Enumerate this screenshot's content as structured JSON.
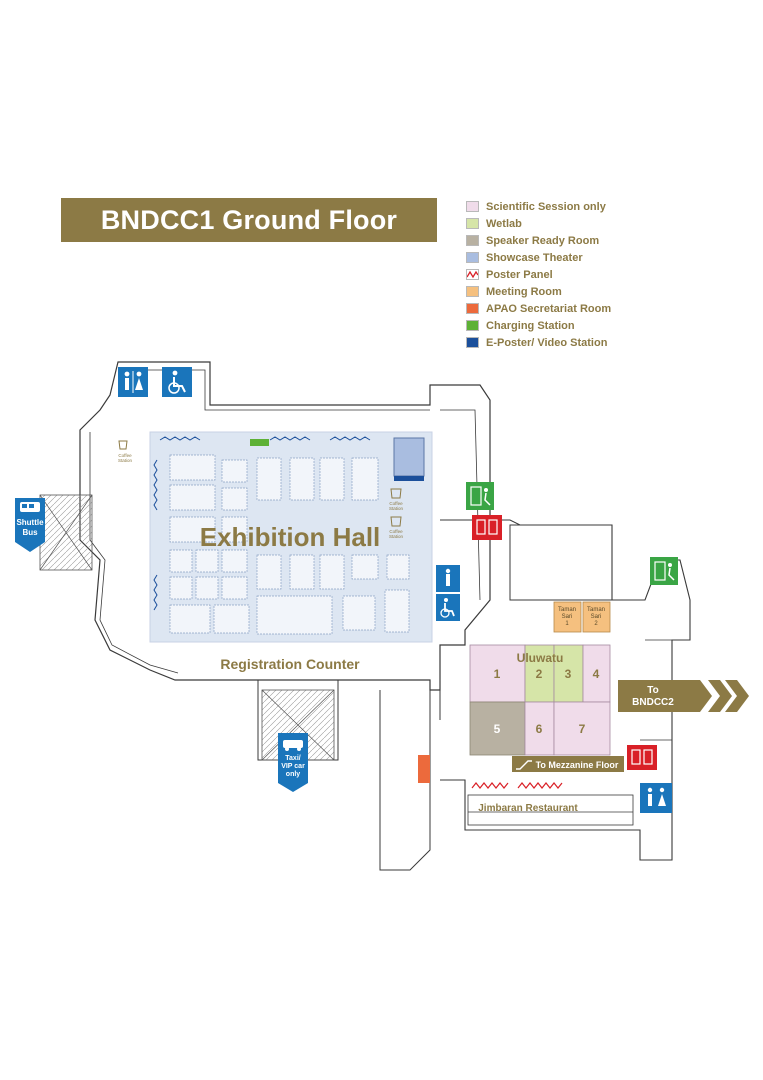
{
  "title": "BNDCC1 Ground Floor",
  "legend": [
    {
      "label": "Scientific Session only",
      "color": "#f0dcea"
    },
    {
      "label": "Wetlab",
      "color": "#d6e5a8"
    },
    {
      "label": "Speaker Ready Room",
      "color": "#b8b1a2"
    },
    {
      "label": "Showcase Theater",
      "color": "#a9bde0"
    },
    {
      "label": "Poster Panel",
      "color": "#ffffff",
      "icon": "zigzag-icon"
    },
    {
      "label": "Meeting Room",
      "color": "#f5c07f"
    },
    {
      "label": "APAO Secretariat Room",
      "color": "#ec6a3c"
    },
    {
      "label": "Charging Station",
      "color": "#5db136"
    },
    {
      "label": "E-Poster/ Video Station",
      "color": "#1b4f9b"
    }
  ],
  "map": {
    "exhibition_hall": "Exhibition Hall",
    "registration_counter": "Registration Counter",
    "uluwatu": "Uluwatu",
    "rooms": [
      "1",
      "2",
      "3",
      "4",
      "5",
      "6",
      "7"
    ],
    "taman_sari_1": [
      "Taman",
      "Sari",
      "1"
    ],
    "taman_sari_2": [
      "Taman",
      "Sari",
      "2"
    ],
    "to_mezzanine": "To Mezzanine Floor",
    "jimbaran_restaurant": "Jimbaran Restaurant",
    "to_bndcc2": [
      "To",
      "BNDCC2"
    ],
    "shuttle_bus": [
      "Shuttle",
      "Bus"
    ],
    "taxi": [
      "Taxi/",
      "VIP car",
      "only"
    ],
    "coffee_station": [
      "Coffee",
      "Station"
    ]
  },
  "colors": {
    "gold": "#8c7a45",
    "blue_icon": "#1a75bb",
    "red_icon": "#d92027",
    "green_icon": "#3aa545",
    "hall_fill": "#dde6f2"
  }
}
